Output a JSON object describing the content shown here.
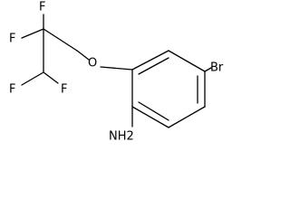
{
  "molecule": {
    "atoms": {
      "fluorine_1": "F",
      "fluorine_2": "F",
      "fluorine_3": "F",
      "fluorine_4": "F",
      "oxygen": "O",
      "bromine": "Br",
      "amine": "NH2"
    },
    "colors": {
      "bond": "#000000",
      "label": "#000000",
      "background": "#ffffff"
    }
  }
}
